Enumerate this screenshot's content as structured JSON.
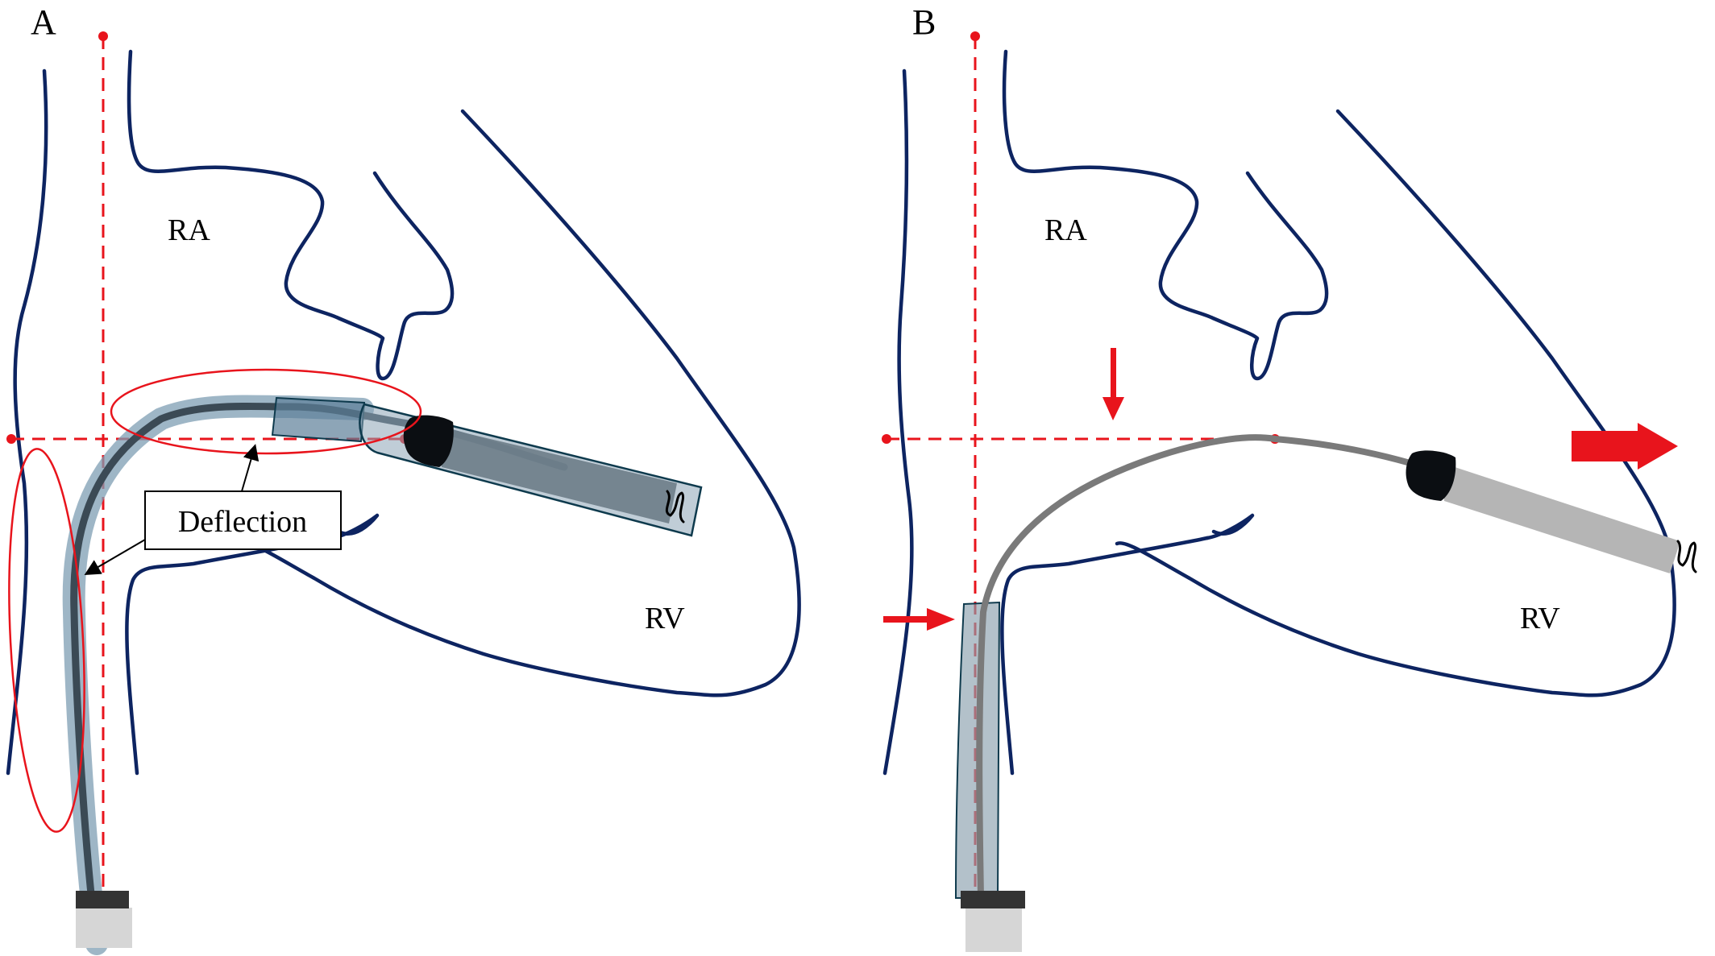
{
  "panels": {
    "a": {
      "letter": "A",
      "ra_label": "RA",
      "rv_label": "RV",
      "callout_label": "Deflection"
    },
    "b": {
      "letter": "B",
      "ra_label": "RA",
      "rv_label": "RV"
    }
  },
  "colors": {
    "anatomy": "#0d2461",
    "guide": "#e8141c",
    "sheath": "#7e9db3",
    "lead": "#3b4a55",
    "electrode": "#0b0e12",
    "lead_b": "#7a7a7a",
    "sheath_b": "#a9b3bb",
    "pin": "#333333"
  },
  "icons": {
    "force_arrow": "right-arrow-icon",
    "push_arrow": "down-arrow-icon"
  }
}
